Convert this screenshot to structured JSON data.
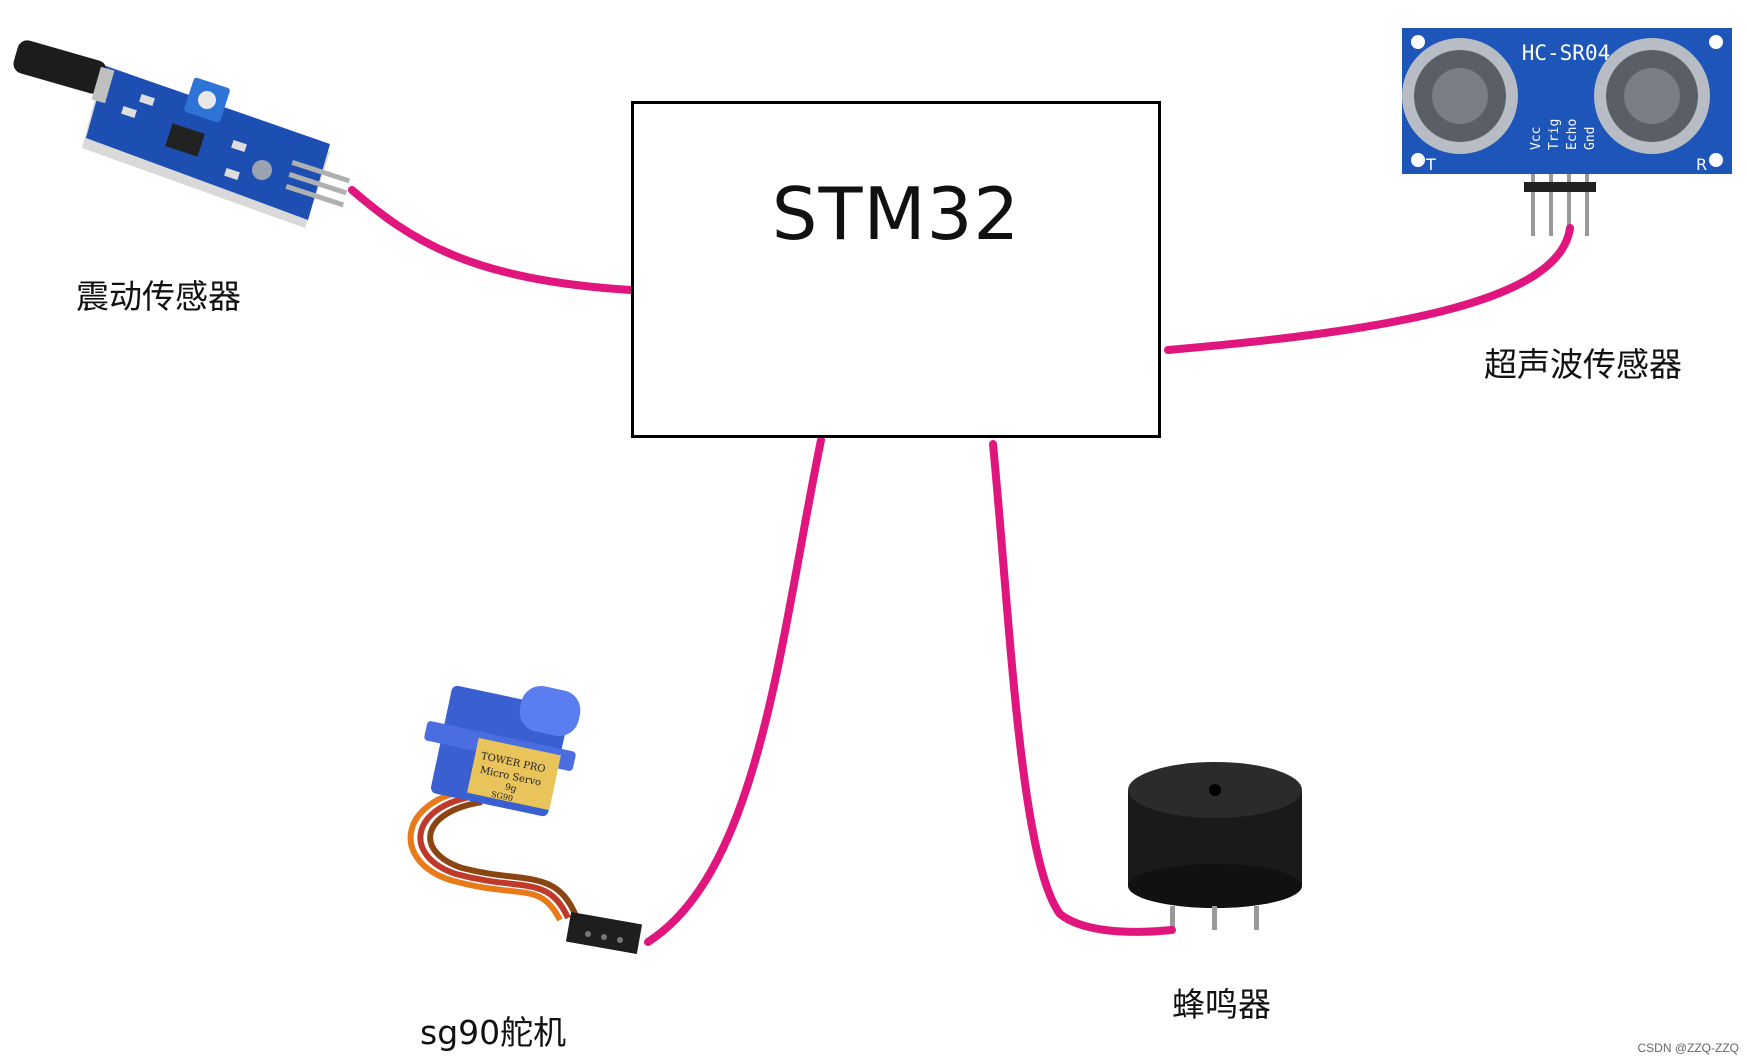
{
  "mcu": {
    "label": "STM32"
  },
  "modules": {
    "vibration_sensor": {
      "label": "震动传感器"
    },
    "ultrasonic_sensor": {
      "label": "超声波传感器",
      "board_text": "HC-SR04",
      "pins": [
        "Vcc",
        "Trig",
        "Echo",
        "Gnd"
      ],
      "left_mark": "T",
      "right_mark": "R"
    },
    "servo": {
      "label": "sg90舵机",
      "brand_text": "TOWER PRO",
      "model_text": "Micro Servo",
      "sub_text": "9g",
      "part_text": "SG90"
    },
    "buzzer": {
      "label": "蜂鸣器"
    }
  },
  "watermark": "CSDN @ZZQ-ZZQ",
  "colors": {
    "wire": "#e0157e",
    "pcb": "#1d4fb3",
    "servo": "#3a5fd0",
    "buzzer": "#1a1a1a"
  }
}
